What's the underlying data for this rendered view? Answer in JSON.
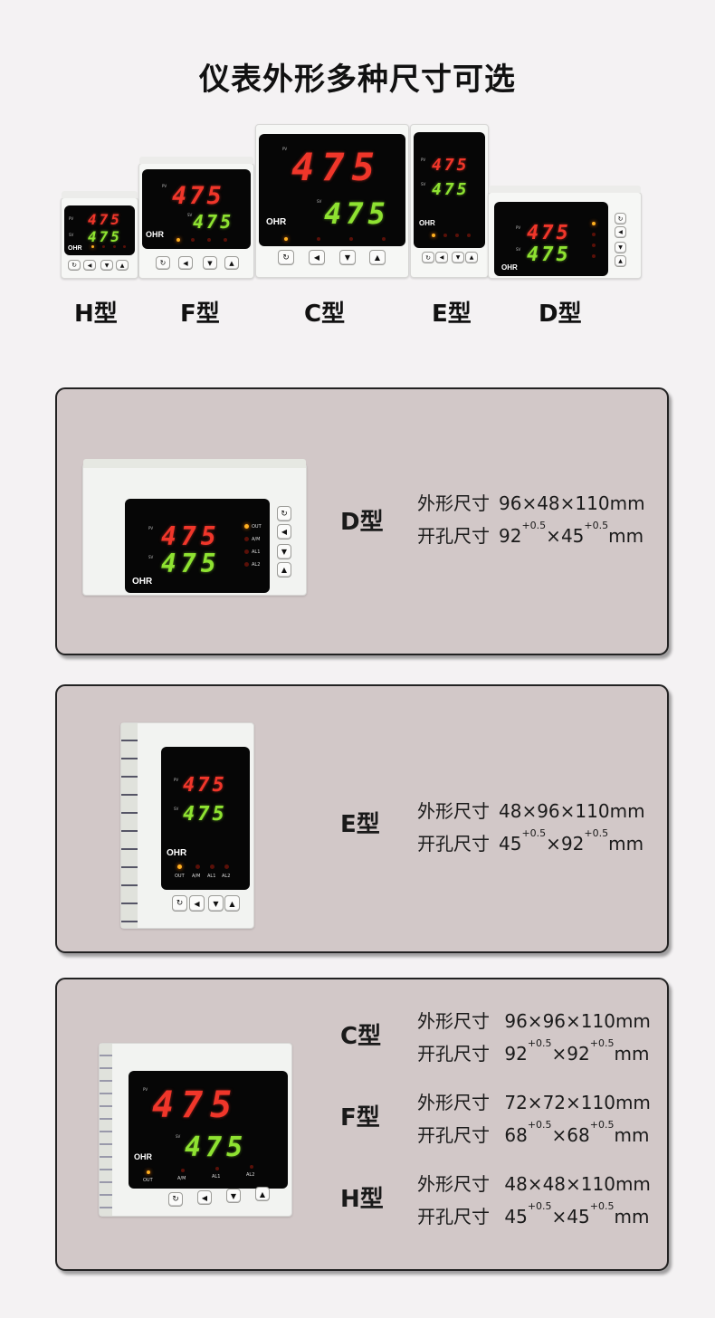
{
  "page": {
    "title": "仪表外形多种尺寸可选",
    "background": "#f4f2f3",
    "card_background": "#d2c8c8"
  },
  "display": {
    "pv_label": "PV",
    "sv_label": "SV",
    "pv_value": "475",
    "sv_value": "475",
    "brand": "OHR",
    "pv_color": "#f0362a",
    "sv_color": "#8ee231",
    "leds": [
      "OUT",
      "A/M",
      "AL1",
      "AL2"
    ],
    "buttons": [
      "cycle-icon",
      "left-arrow-icon",
      "down-arrow-icon",
      "up-arrow-icon"
    ],
    "button_glyphs": [
      "↻",
      "◀",
      "▼",
      "▲"
    ]
  },
  "lineup": [
    {
      "label": "H型"
    },
    {
      "label": "F型"
    },
    {
      "label": "C型"
    },
    {
      "label": "E型"
    },
    {
      "label": "D型"
    }
  ],
  "cards": [
    {
      "models": [
        {
          "type": "D型",
          "outer_label": "外形尺寸",
          "outer_size": "96×48×110mm",
          "cutout_label": "开孔尺寸",
          "cutout_a": "92",
          "cutout_b": "45",
          "tol": "+0.5",
          "unit": "mm"
        }
      ]
    },
    {
      "models": [
        {
          "type": "E型",
          "outer_label": "外形尺寸",
          "outer_size": "48×96×110mm",
          "cutout_label": "开孔尺寸",
          "cutout_a": "45",
          "cutout_b": "92",
          "tol": "+0.5",
          "unit": "mm"
        }
      ]
    },
    {
      "models": [
        {
          "type": "C型",
          "outer_label": "外形尺寸",
          "outer_size": "96×96×110mm",
          "cutout_label": "开孔尺寸",
          "cutout_a": "92",
          "cutout_b": "92",
          "tol": "+0.5",
          "unit": "mm"
        },
        {
          "type": "F型",
          "outer_label": "外形尺寸",
          "outer_size": "72×72×110mm",
          "cutout_label": "开孔尺寸",
          "cutout_a": "68",
          "cutout_b": "68",
          "tol": "+0.5",
          "unit": "mm"
        },
        {
          "type": "H型",
          "outer_label": "外形尺寸",
          "outer_size": "48×48×110mm",
          "cutout_label": "开孔尺寸",
          "cutout_a": "45",
          "cutout_b": "45",
          "tol": "+0.5",
          "unit": "mm"
        }
      ]
    }
  ],
  "times_sign": "×"
}
